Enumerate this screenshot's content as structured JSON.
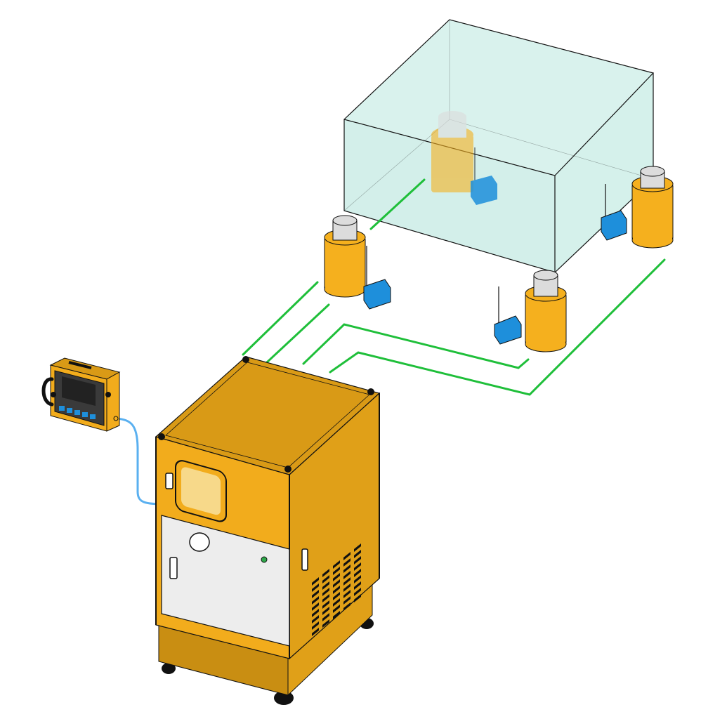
{
  "diagram": {
    "colors": {
      "background": "#ffffff",
      "cabinet_orange": "#F2AC1C",
      "cabinet_top": "#D99A16",
      "cabinet_side": "#E0A018",
      "cabinet_dark": "#C98E12",
      "panel_grey": "#EDEDED",
      "window_mesh": "#F7D98A",
      "jack_orange": "#F5B01E",
      "jack_head": "#DCDCDC",
      "sensor_blue": "#1E8FDB",
      "load_box": "#BEE8E0",
      "hydraulic_line": "#1FBF3A",
      "pendant_cable": "#5AB0F0",
      "pendant_body": "#3A3A3A",
      "pendant_screen": "#222222",
      "pendant_button": "#1E8FDB",
      "outline": "#111111",
      "indicator_green": "#2FA84A"
    },
    "components": {
      "load_box": "transparent-load-block",
      "jacks": [
        "jack-rear-center",
        "jack-left",
        "jack-front",
        "jack-right"
      ],
      "sensors": [
        "sensor-center",
        "sensor-left",
        "sensor-front",
        "sensor-right"
      ],
      "control_unit": "hydraulic-control-cabinet",
      "pendant": "handheld-controller"
    }
  }
}
